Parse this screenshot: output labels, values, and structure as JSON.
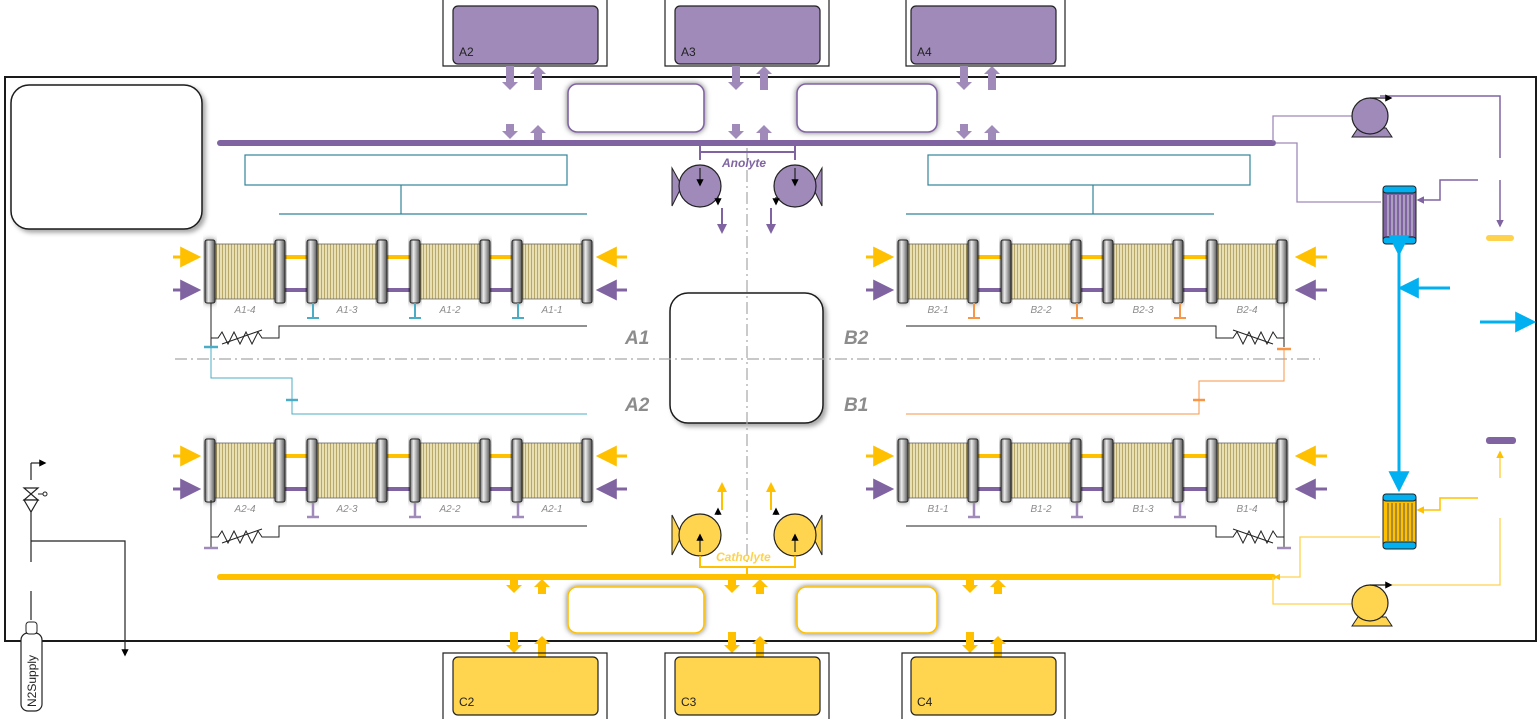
{
  "colors": {
    "anolyte": "#8064a2",
    "anolyte_light": "#a08ab9",
    "catholyte": "#ffc000",
    "catholyte_light": "#ffd24d",
    "tank_anolyte": "#9f8ab9",
    "tank_catholyte": "#ffd54f",
    "coolant": "#00b0f0",
    "line_teal": "#31849b",
    "line_blue": "#4bacc6",
    "line_orange": "#f79646"
  },
  "tanks": {
    "anolyte": [
      "A2",
      "A3",
      "A4"
    ],
    "catholyte": [
      "C2",
      "C3",
      "C4"
    ]
  },
  "labels": {
    "anolyte": "Anolyte",
    "catholyte": "Catholyte",
    "n2_supply": "N2Supply"
  },
  "zones": [
    "A1",
    "A2",
    "B2",
    "B1"
  ],
  "stacks": {
    "row_a1": [
      "A1-4",
      "A1-3",
      "A1-2",
      "A1-1"
    ],
    "row_a2": [
      "A2-4",
      "A2-3",
      "A2-2",
      "A2-1"
    ],
    "row_b2": [
      "B2-1",
      "B2-2",
      "B2-3",
      "B2-4"
    ],
    "row_b1": [
      "B1-1",
      "B1-2",
      "B1-3",
      "B1-4"
    ]
  }
}
